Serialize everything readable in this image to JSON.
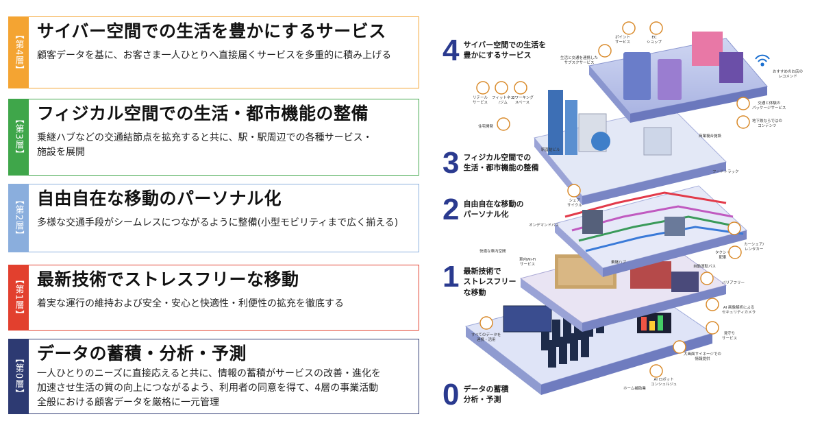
{
  "layers": [
    {
      "id": "4",
      "tag": "【第4層】",
      "title": "サイバー空間での生活を豊かにするサービス",
      "desc": [
        "顧客データを基に、お客さま一人ひとりへ直接届くサービスを多重的に積み上げる"
      ],
      "color": "#f4a432"
    },
    {
      "id": "3",
      "tag": "【第3層】",
      "title": "フィジカル空間での生活・都市機能の整備",
      "desc": [
        "乗継ハブなどの交通結節点を拡充すると共に、駅・駅周辺での各種サービス・",
        "施設を展開"
      ],
      "color": "#3fa64a"
    },
    {
      "id": "2",
      "tag": "【第2層】",
      "title": "自由自在な移動のパーソナル化",
      "desc": [
        "多様な交通手段がシームレスにつながるように整備(小型モビリティまで広く揃える)"
      ],
      "color": "#8aaedd"
    },
    {
      "id": "1",
      "tag": "【第1層】",
      "title": "最新技術でストレスフリーな移動",
      "desc": [
        "着実な運行の維持および安全・安心と快適性・利便性の拡充を徹底する"
      ],
      "color": "#e2402e"
    },
    {
      "id": "0",
      "tag": "【第0層】",
      "title": "データの蓄積・分析・予測",
      "desc": [
        "一人ひとりのニーズに直接応えると共に、情報の蓄積がサービスの改善・進化を",
        "加速させ生活の質の向上につながるよう、利用者の同意を得て、4層の事業活動",
        "全般における顧客データを厳格に一元管理"
      ],
      "color": "#2d3a72"
    }
  ],
  "illustration": {
    "platforms": [
      {
        "num": "4",
        "lines": [
          "サイバー空間での生活を",
          "豊かにするサービス"
        ]
      },
      {
        "num": "3",
        "lines": [
          "フィジカル空間での",
          "生活・都市機能の整備"
        ]
      },
      {
        "num": "2",
        "lines": [
          "自由自在な移動の",
          "パーソナル化"
        ]
      },
      {
        "num": "1",
        "lines": [
          "最新技術で",
          "ストレスフリー",
          "な移動"
        ]
      },
      {
        "num": "0",
        "lines": [
          "データの蓄積",
          "分析・予測"
        ]
      }
    ],
    "labels": [
      {
        "id": "point",
        "text": "ポイント\nサービス"
      },
      {
        "id": "ec",
        "text": "EC\nショップ"
      },
      {
        "id": "subscription",
        "text": "生活と交通を連携した\nサブスクサービス"
      },
      {
        "id": "recommend",
        "text": "おすすめのお店の\nレコメンド"
      },
      {
        "id": "retail",
        "text": "リテール\nサービス"
      },
      {
        "id": "fitness",
        "text": "フィットネス\n/ジム"
      },
      {
        "id": "coworking",
        "text": "コワーキング\nスペース"
      },
      {
        "id": "housing",
        "text": "住宅開発"
      },
      {
        "id": "package",
        "text": "交通と体験の\nパッケージサービス"
      },
      {
        "id": "local",
        "text": "地下鉄ならではの\nコンテンツ"
      },
      {
        "id": "office",
        "text": "駅直結ビル"
      },
      {
        "id": "commercial",
        "text": "商業複合施設"
      },
      {
        "id": "foodtruck",
        "text": "フードトラック"
      },
      {
        "id": "sharecycle",
        "text": "シェア\nサイクル"
      },
      {
        "id": "ondemand",
        "text": "オンデマンドバス"
      },
      {
        "id": "carshare",
        "text": "カーシェア/\nレンタカー"
      },
      {
        "id": "taxi",
        "text": "タクシー\n配車"
      },
      {
        "id": "autobus",
        "text": "自動運転バス"
      },
      {
        "id": "hub",
        "text": "乗継ハブ"
      },
      {
        "id": "comfort",
        "text": "快適な車内空間"
      },
      {
        "id": "wifi",
        "text": "車内Wi-Fi\nサービス"
      },
      {
        "id": "barrierfree",
        "text": "バリアフリー"
      },
      {
        "id": "aicamera",
        "text": "AI 画像解析による\nセキュリティカメラ"
      },
      {
        "id": "watch",
        "text": "見守り\nサービス"
      },
      {
        "id": "alldata",
        "text": "すべてのデータを\n連携・活用"
      },
      {
        "id": "signage",
        "text": "大画面サイネージでの\n情報提供"
      },
      {
        "id": "airobot",
        "text": "AI ロボット\nコンシェルジュ"
      },
      {
        "id": "home",
        "text": "ホーム補助業"
      }
    ]
  }
}
